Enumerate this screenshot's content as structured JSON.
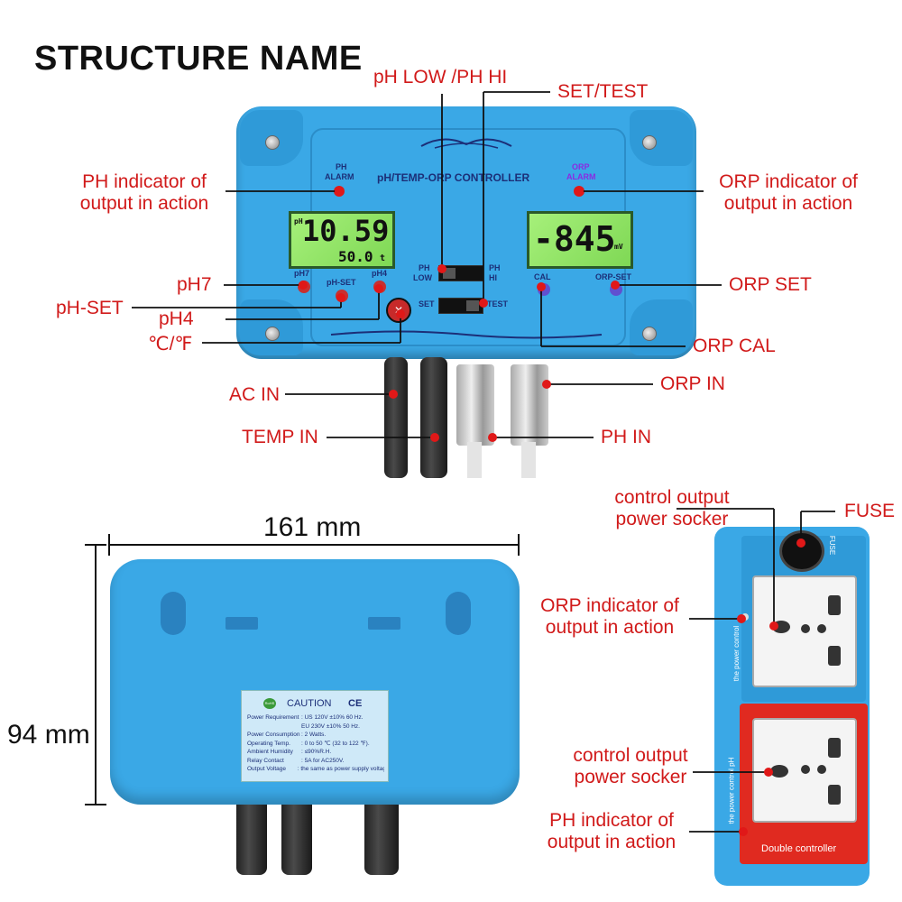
{
  "title": "STRUCTURE NAME",
  "colors": {
    "label": "#d11a1a",
    "device_blue": "#3aa8e6",
    "lcd_green": "#8fe062",
    "socket_red": "#e02a20"
  },
  "front_labels": {
    "ph_low_hi": "pH LOW /PH HI",
    "set_test": "SET/TEST",
    "ph_indicator_1": "PH indicator of",
    "ph_indicator_2": "output in action",
    "orp_indicator_1": "ORP indicator of",
    "orp_indicator_2": "output in action",
    "ph7": "pH7",
    "ph_set": "pH-SET",
    "ph4": "pH4",
    "temp_unit": "℃/℉",
    "orp_set": "ORP SET",
    "orp_cal": "ORP CAL",
    "ac_in": "AC IN",
    "orp_in": "ORP IN",
    "temp_in": "TEMP IN",
    "ph_in": "PH IN"
  },
  "device_print": {
    "panel_title": "pH/TEMP-ORP CONTROLLER",
    "ph_alarm_top": "PH",
    "ph_alarm_bottom": "ALARM",
    "orp_alarm_top": "ORP",
    "orp_alarm_bottom": "ALARM",
    "ph_reading": "10.59",
    "temp_reading": "50.0",
    "temp_unit_char": "t",
    "ph_mark": "pH",
    "orp_reading": "-845",
    "orp_unit": "mV",
    "ph7_btn": "pH7",
    "ph_set_btn": "pH-SET",
    "ph4_btn": "pH4",
    "cal_btn": "CAL",
    "orp_set_btn": "ORP-SET",
    "ph_low_top": "PH",
    "ph_low_bottom": "LOW",
    "ph_hi_top": "PH",
    "ph_hi_bottom": "HI",
    "set": "SET",
    "test": "TEST"
  },
  "back_view": {
    "width": "161 mm",
    "height": "94 mm",
    "caution": {
      "badge": "RoHS",
      "heading": "CAUTION",
      "marks": "CE",
      "rows": [
        {
          "k": "Power Requirement",
          "v": ": US 120V ±10% 60 Hz."
        },
        {
          "k": "",
          "v": "  EU 230V ±10% 50 Hz."
        },
        {
          "k": "Power Consumption",
          "v": ": 2 Watts."
        },
        {
          "k": "Operating Temp.",
          "v": ": 0 to 50 ℃ (32 to 122 ℉)."
        },
        {
          "k": "Ambient Humidity",
          "v": ": ≤90%R.H."
        },
        {
          "k": "Relay Contact",
          "v": ": 5A for AC250V."
        },
        {
          "k": "Output Voltage",
          "v": ": the same as power supply voltage."
        }
      ]
    }
  },
  "socket_labels": {
    "control_output_1a": "control output",
    "control_output_1b": "power socker",
    "fuse": "FUSE",
    "orp_indicator_1": "ORP indicator of",
    "orp_indicator_2": "output in action",
    "control_output_2a": "control output",
    "control_output_2b": "power socker",
    "ph_indicator_1": "PH indicator of",
    "ph_indicator_2": "output in action",
    "fuse_print": "FUSE",
    "strip_top_print": "the power control",
    "strip_bottom_print": "the power control pH",
    "bottom_print": "Double controller"
  }
}
